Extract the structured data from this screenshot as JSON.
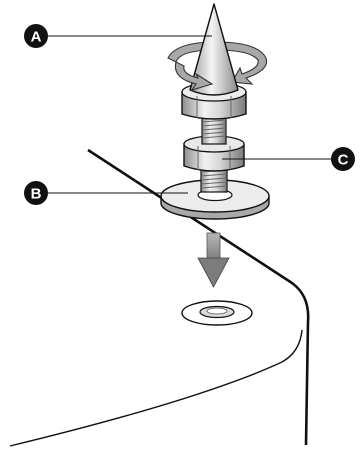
{
  "callouts": {
    "a": "A",
    "b": "B",
    "c": "C"
  },
  "colors": {
    "ink": "#111111",
    "metal": "#e6e6e6",
    "metal_dark": "#9a9a9a",
    "metal_mid": "#c4c4c4",
    "rotation_arrow": "#a8a8a8",
    "down_arrow": "#8c8c8c",
    "background": "#ffffff"
  },
  "icons": {
    "rotation": "rotate-arrow-icon",
    "placement": "down-arrow-icon"
  }
}
